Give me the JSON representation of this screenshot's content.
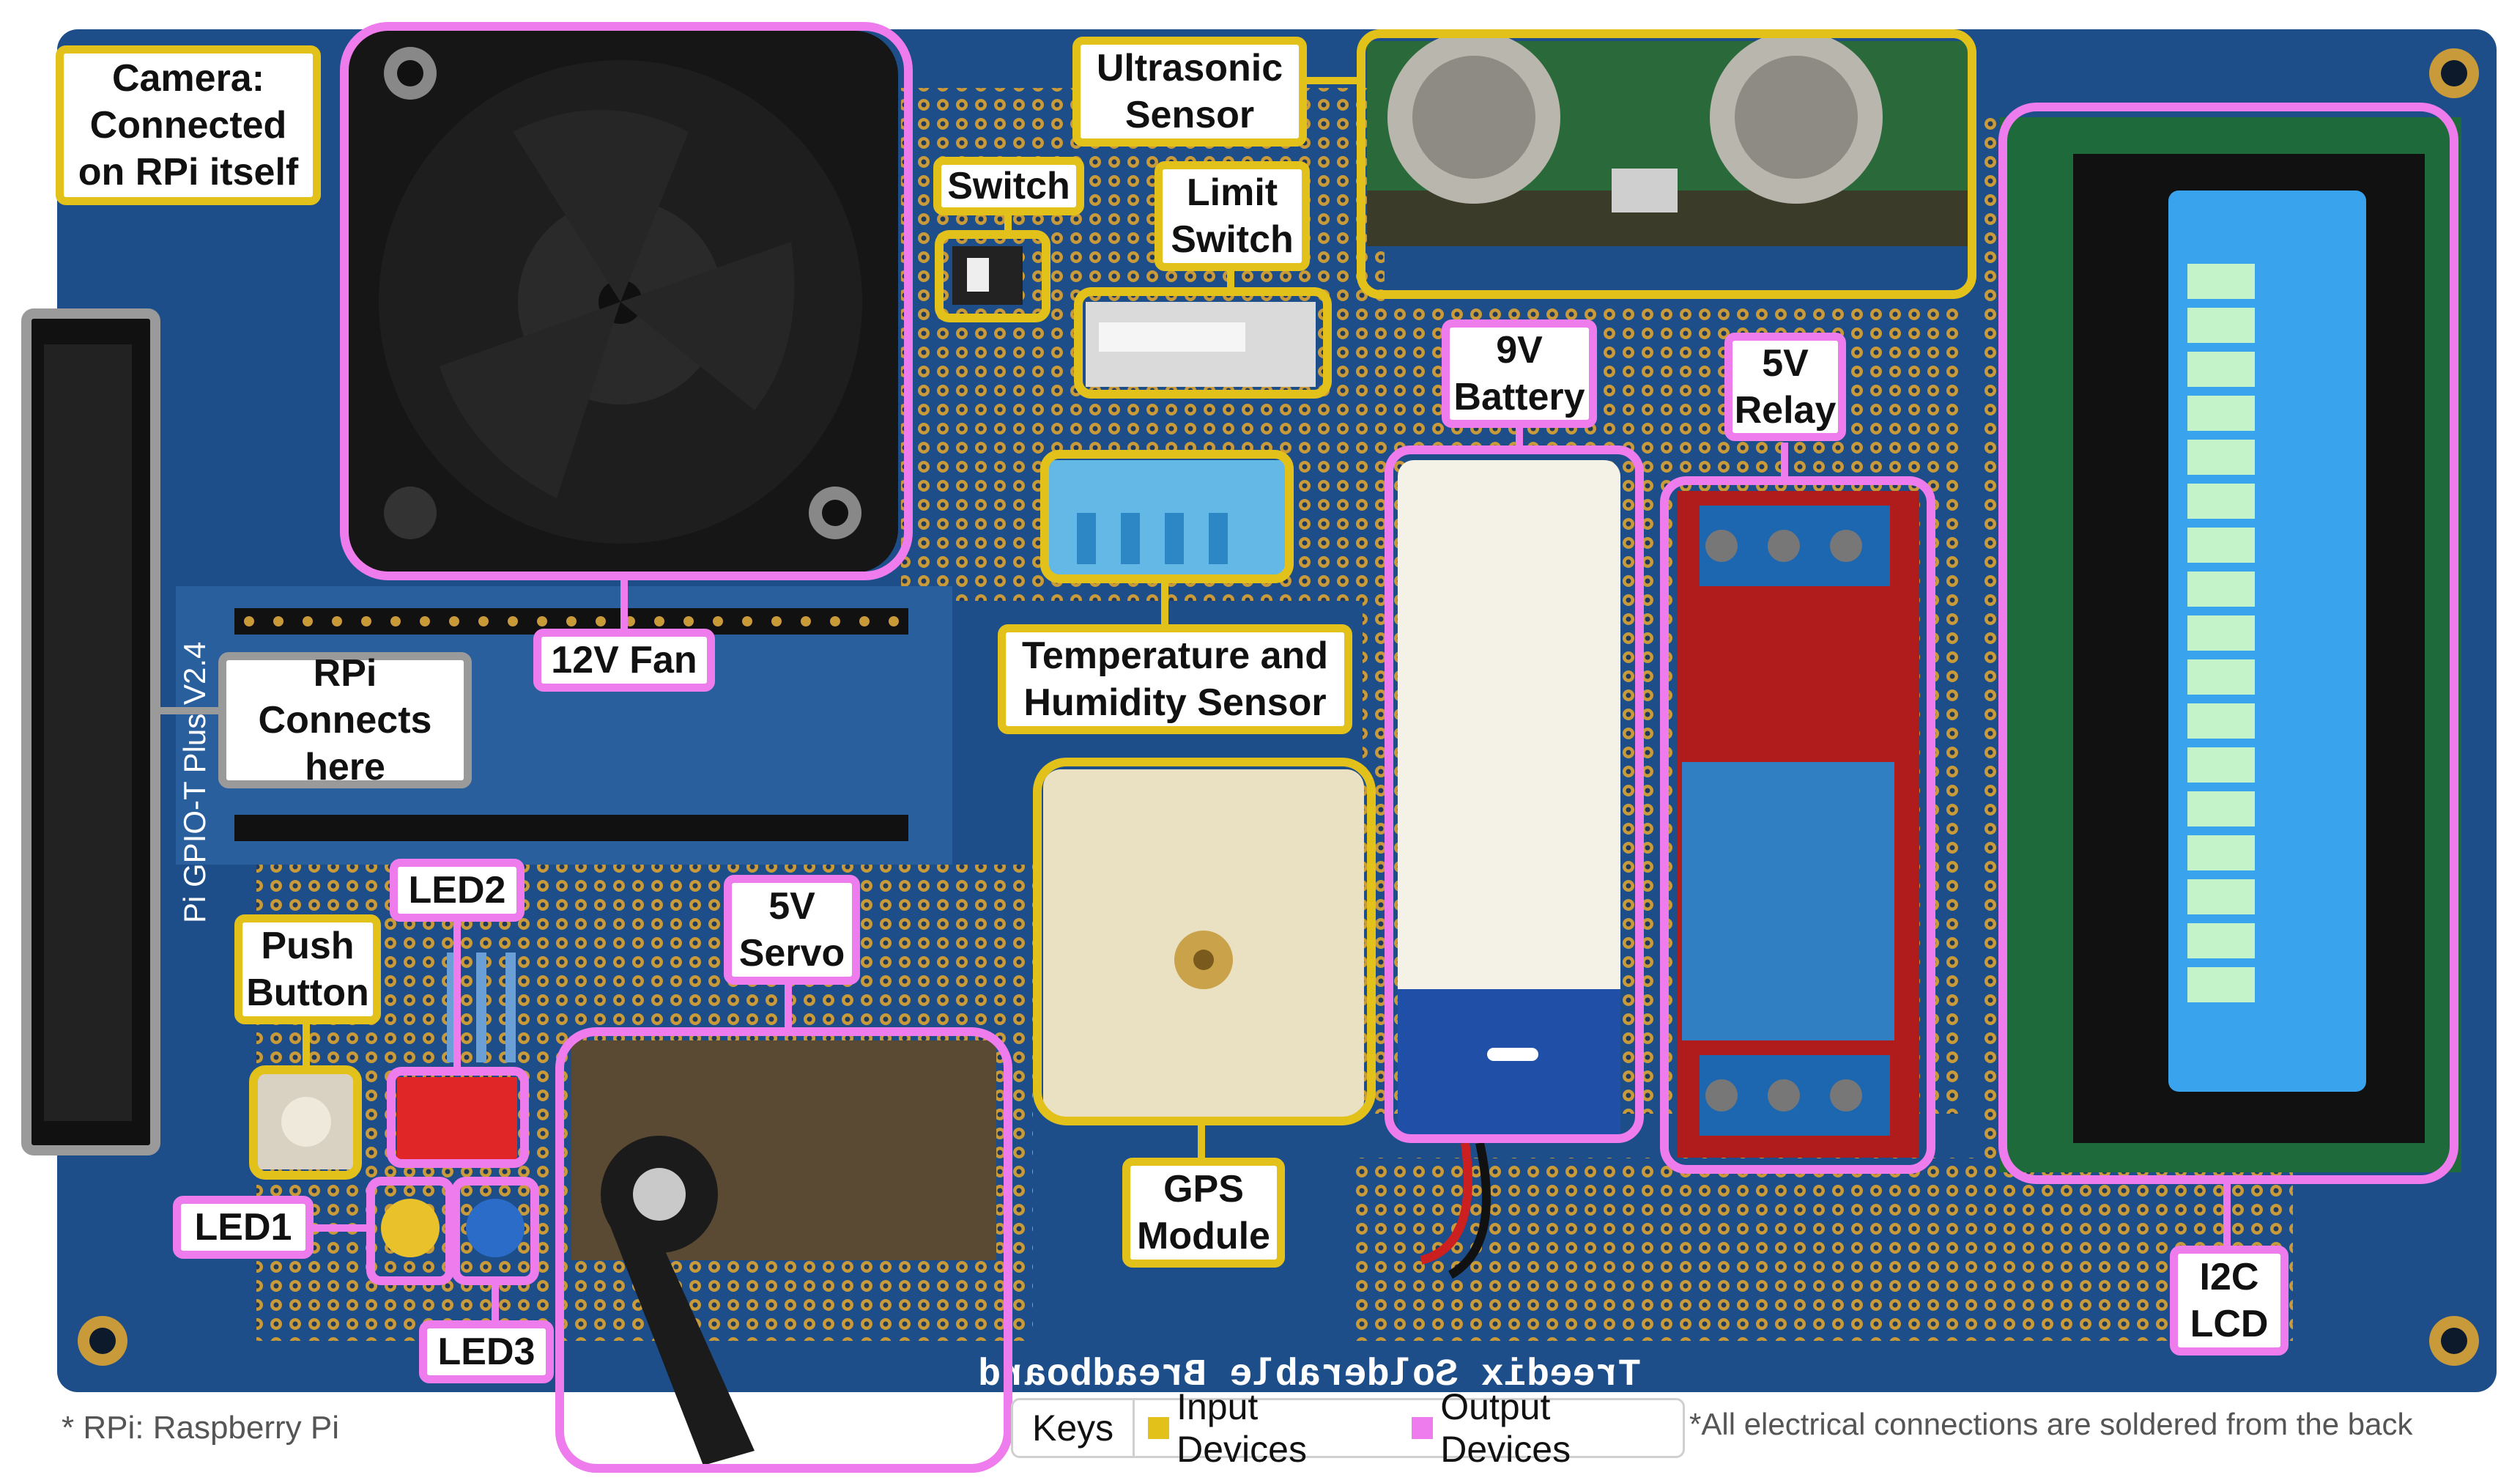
{
  "colors": {
    "input_devices": "#e2c11b",
    "output_devices": "#ee7cec",
    "board": "#1d4e8a",
    "other": "#9a9a9a"
  },
  "board": {
    "brand_text": "Treedix Solderable Breadboard",
    "gpio_text": "Pi GPIO-T Plus V2.4"
  },
  "labels": {
    "camera": "Camera:\nConnected\non RPi itself",
    "fan": "12V Fan",
    "ultrasonic": "Ultrasonic\nSensor",
    "switch": "Switch",
    "limit_switch": "Limit\nSwitch",
    "battery": "9V\nBattery",
    "relay": "5V\nRelay",
    "temp_humidity": "Temperature and\nHumidity Sensor",
    "rpi": "RPi\nConnects\nhere",
    "led2": "LED2",
    "push_button": "Push\nButton",
    "servo": "5V\nServo",
    "led1": "LED1",
    "led3": "LED3",
    "gps": "GPS\nModule",
    "lcd": "I2C\nLCD"
  },
  "footer": {
    "note_rpi": "* RPi: Raspberry Pi",
    "keys_title": "Keys",
    "key_input": "Input Devices",
    "key_output": "Output Devices",
    "note_soldered": "*All electrical connections are soldered from the back"
  }
}
